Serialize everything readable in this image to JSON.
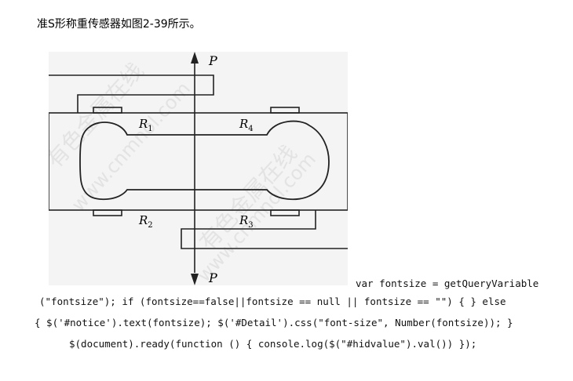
{
  "intro_text": "准S形称重传感器如图2-39所示。",
  "figure": {
    "force_top": "P",
    "force_bottom": "P",
    "resistors": {
      "r1": {
        "base": "R",
        "sub": "1"
      },
      "r2": {
        "base": "R",
        "sub": "2"
      },
      "r3": {
        "base": "R",
        "sub": "3"
      },
      "r4": {
        "base": "R",
        "sub": "4"
      }
    },
    "watermarks": [
      "有色金属在线",
      "www.cnmnol.com",
      "有色金属在线",
      "www.cnmnol.com"
    ],
    "colors": {
      "background": "#f4f4f4",
      "line": "#222222",
      "watermark": "#e3e3e3"
    }
  },
  "code_lines": [
    "var fontsize = getQueryVariable",
    "(\"fontsize\"); if (fontsize==false||fontsize == null || fontsize == \"\") { } else",
    "{ $('#notice').text(fontsize); $('#Detail').css(\"font-size\", Number(fontsize)); }",
    "$(document).ready(function () { console.log($(\"#hidvalue\").val()) });"
  ]
}
